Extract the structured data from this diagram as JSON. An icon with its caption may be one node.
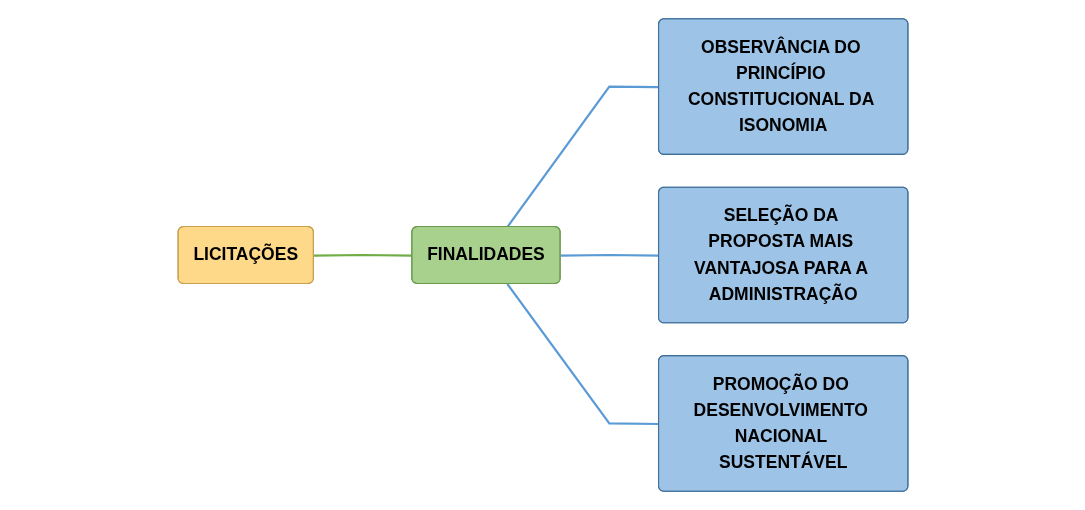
{
  "diagram": {
    "nodes": [
      {
        "text": [
          "LICITAÇÕES"
        ]
      },
      {
        "text": [
          "FINALIDADES"
        ]
      },
      {
        "text": [
          "OBSERVÂNCIA DO PRINCÍPIO CONSTITUCIONAL DA ISONOMIA"
        ]
      },
      {
        "text": [
          "SELEÇÃO DA PROPOSTA MAIS VANTAJOSA PARA A ADMINISTRAÇÃO"
        ]
      },
      {
        "text": [
          "PROMOÇÃO DO DESENVOLVIMENTO NACIONAL SUSTENTÁVEL"
        ]
      }
    ],
    "edges": [
      {
        "from": 0,
        "to": 1,
        "arrow": "none",
        "color": "#70ad47"
      },
      {
        "from": 1,
        "to": 2,
        "arrow": "none"
      },
      {
        "from": 1,
        "to": 3,
        "arrow": "none"
      },
      {
        "from": 1,
        "to": 4,
        "arrow": "none"
      }
    ]
  }
}
